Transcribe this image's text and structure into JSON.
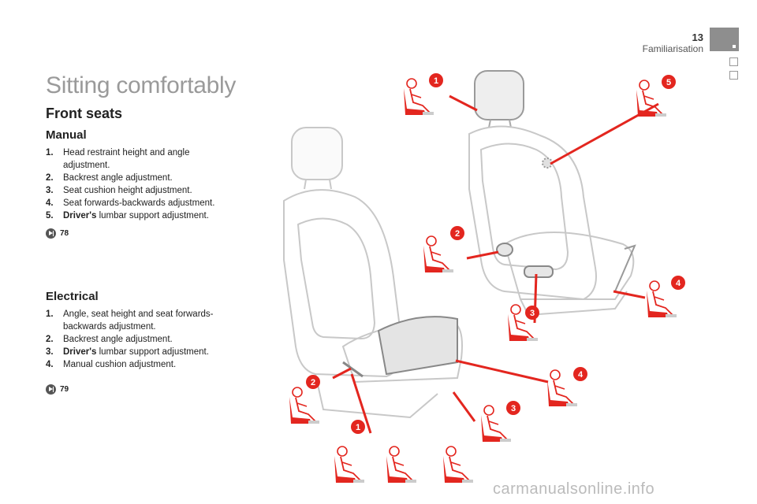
{
  "header": {
    "page_number": "13",
    "section": "Familiarisation"
  },
  "title": "Sitting comfortably",
  "subtitle": "Front seats",
  "manual": {
    "heading": "Manual",
    "items": [
      {
        "num": "1.",
        "bold": "",
        "text": "Head restraint height and angle adjustment."
      },
      {
        "num": "2.",
        "bold": "",
        "text": "Backrest angle adjustment."
      },
      {
        "num": "3.",
        "bold": "",
        "text": "Seat cushion height adjustment."
      },
      {
        "num": "4.",
        "bold": "",
        "text": "Seat forwards-backwards adjustment."
      },
      {
        "num": "5.",
        "bold": "Driver's",
        "text": " lumbar support adjustment."
      }
    ],
    "page_ref": "78"
  },
  "electrical": {
    "heading": "Electrical",
    "items": [
      {
        "num": "1.",
        "bold": "",
        "text": "Angle, seat height and seat forwards-backwards adjustment."
      },
      {
        "num": "2.",
        "bold": "",
        "text": "Backrest angle adjustment."
      },
      {
        "num": "3.",
        "bold": "Driver's",
        "text": " lumbar support adjustment."
      },
      {
        "num": "4.",
        "bold": "",
        "text": "Manual cushion adjustment."
      }
    ],
    "page_ref": "79"
  },
  "callouts": {
    "manual_1": "1",
    "manual_2": "2",
    "manual_3": "3",
    "manual_4": "4",
    "manual_5": "5",
    "elec_1": "1",
    "elec_2": "2",
    "elec_3": "3",
    "elec_4": "4"
  },
  "colors": {
    "accent": "#e3261f",
    "seat_outline": "#c8c8c8",
    "title_gray": "#9a9a9a"
  },
  "watermark": "carmanualsonline.info"
}
